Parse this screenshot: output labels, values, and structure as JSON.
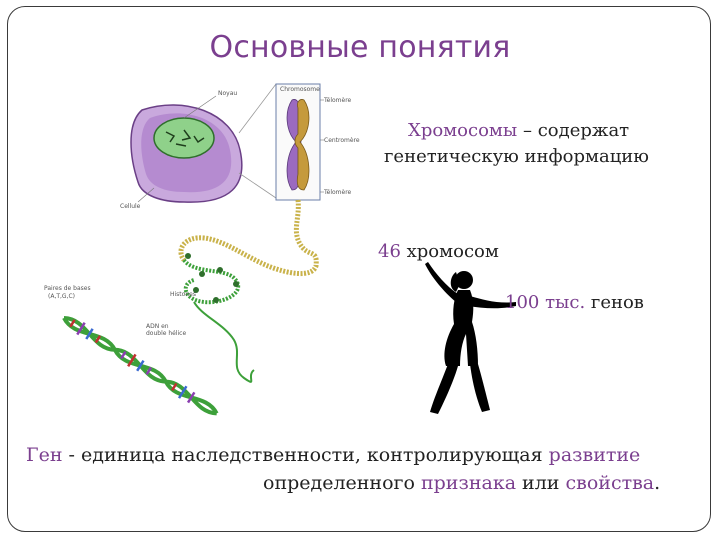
{
  "slide": {
    "title": "Основные понятия"
  },
  "definition": {
    "term": "Хромосомы",
    "rest_line1": " – содержат",
    "line2": "генетическую информацию"
  },
  "chromosome_count": {
    "number": "46",
    "text": " хромосом"
  },
  "gene_count": {
    "number": "100 тыс.",
    "text": " генов"
  },
  "footer": {
    "term": "Ген",
    "part1": " - единица наследственности, контролирующая ",
    "word_development": "развитие",
    "part2": "определенного ",
    "word_trait": "признака",
    "part3": " или ",
    "word_property": "свойства",
    "part4": "."
  },
  "illustration_labels": {
    "noyau": "Noyau",
    "chromosome": "Chromosome",
    "telomere_top": "Télomère",
    "centromere": "Centromère",
    "telomere_bottom": "Télomère",
    "cellule": "Cellule",
    "pairs_line1": "Paires de bases",
    "pairs_line2": "(A,T,G,C)",
    "histones": "Histones",
    "adn_line1": "ADN en",
    "adn_line2": "double hélice"
  },
  "colors": {
    "title": "#7b3f8f",
    "accent_purple": "#7b3f8f",
    "text": "#222222",
    "cell": "#b58bd0",
    "nucleus": "#8fd18a",
    "dna_green": "#3da03a"
  },
  "icons": [
    "cell-illustration",
    "chromosome-illustration",
    "dna-helix-illustration",
    "person-silhouette-icon"
  ]
}
